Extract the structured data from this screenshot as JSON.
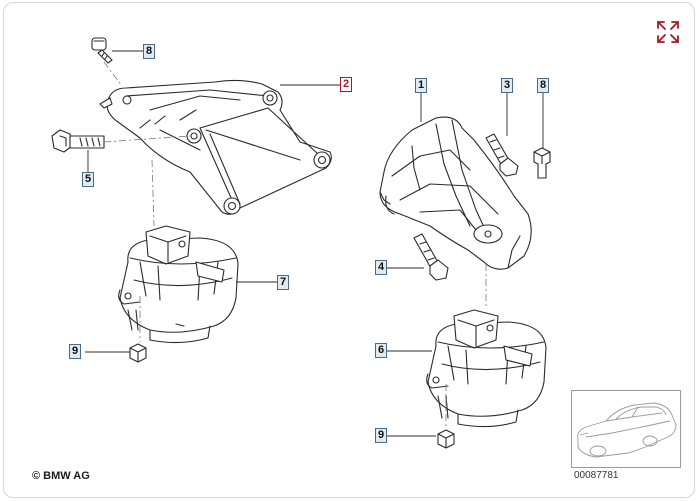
{
  "copyright": "© BMW AG",
  "reference_number": "00087781",
  "callouts": {
    "c8a": "8",
    "c2": "2",
    "c5": "5",
    "c7": "7",
    "c9a": "9",
    "c1": "1",
    "c3": "3",
    "c8b": "8",
    "c4": "4",
    "c6": "6",
    "c9b": "9"
  },
  "colors": {
    "callout_fill": "#dfeaf2",
    "callout_border": "#4a6c86",
    "active_callout": "#b0142a",
    "line_art": "#2b2b2b"
  },
  "icons": {
    "expand": "expand-arrows-icon",
    "vehicle_thumbnail": "car-thumbnail-icon"
  }
}
